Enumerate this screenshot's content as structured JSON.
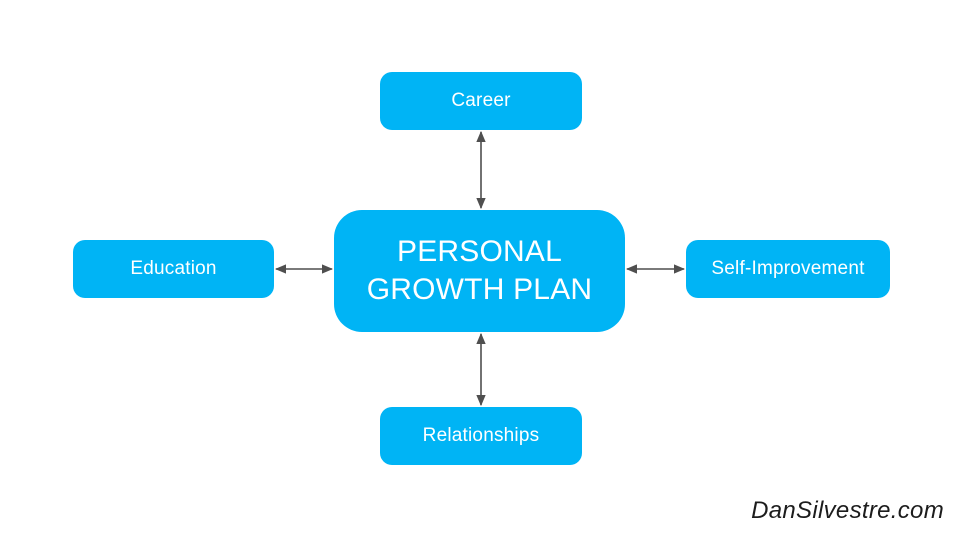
{
  "diagram": {
    "center": {
      "id": "personal-growth-plan",
      "label": "PERSONAL\nGROWTH PLAN"
    },
    "nodes": [
      {
        "id": "career",
        "label": "Career",
        "position": "top"
      },
      {
        "id": "education",
        "label": "Education",
        "position": "left"
      },
      {
        "id": "self-improvement",
        "label": "Self-Improvement",
        "position": "right"
      },
      {
        "id": "relationships",
        "label": "Relationships",
        "position": "bottom"
      }
    ],
    "connectors": [
      {
        "from": "personal-growth-plan",
        "to": "career",
        "style": "double-arrow"
      },
      {
        "from": "personal-growth-plan",
        "to": "education",
        "style": "double-arrow"
      },
      {
        "from": "personal-growth-plan",
        "to": "self-improvement",
        "style": "double-arrow"
      },
      {
        "from": "personal-growth-plan",
        "to": "relationships",
        "style": "double-arrow"
      }
    ],
    "watermark": "DanSilvestre.com",
    "colors": {
      "node_fill": "#00b4f5",
      "node_text": "#ffffff",
      "arrow": "#4f4f4f",
      "watermark_text": "#1c1c1c",
      "background": "#ffffff"
    }
  }
}
